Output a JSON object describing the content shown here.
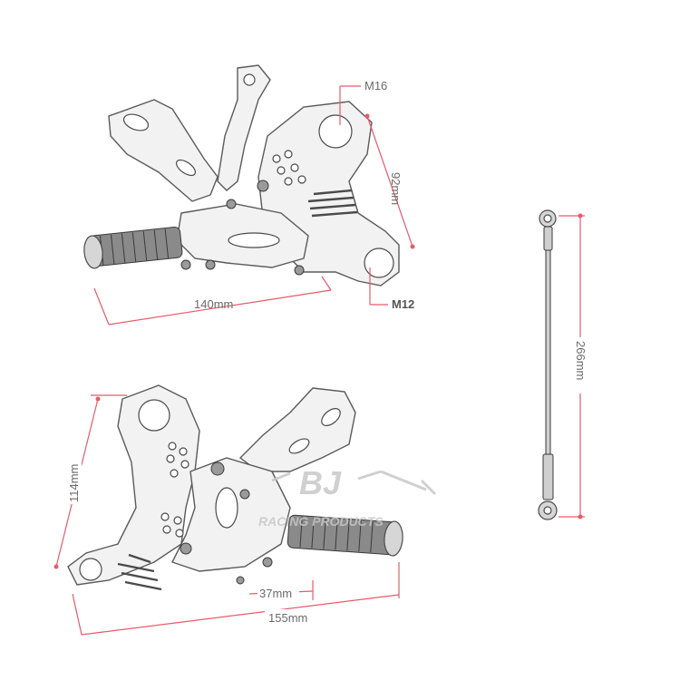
{
  "dimensions": {
    "thread_top": "M16",
    "height_top": "92mm",
    "width_top": "140mm",
    "thread_bottom": "M12",
    "rod_length": "266mm",
    "height_bottom": "114mm",
    "offset_bottom": "37mm",
    "width_bottom": "155mm"
  },
  "watermark": {
    "logo": "BJ",
    "text": "RACING PRODUCTS"
  },
  "colors": {
    "dimension_line": "#e85a6a",
    "metal": "#f2f2f2",
    "outline": "#5a5a5a"
  }
}
